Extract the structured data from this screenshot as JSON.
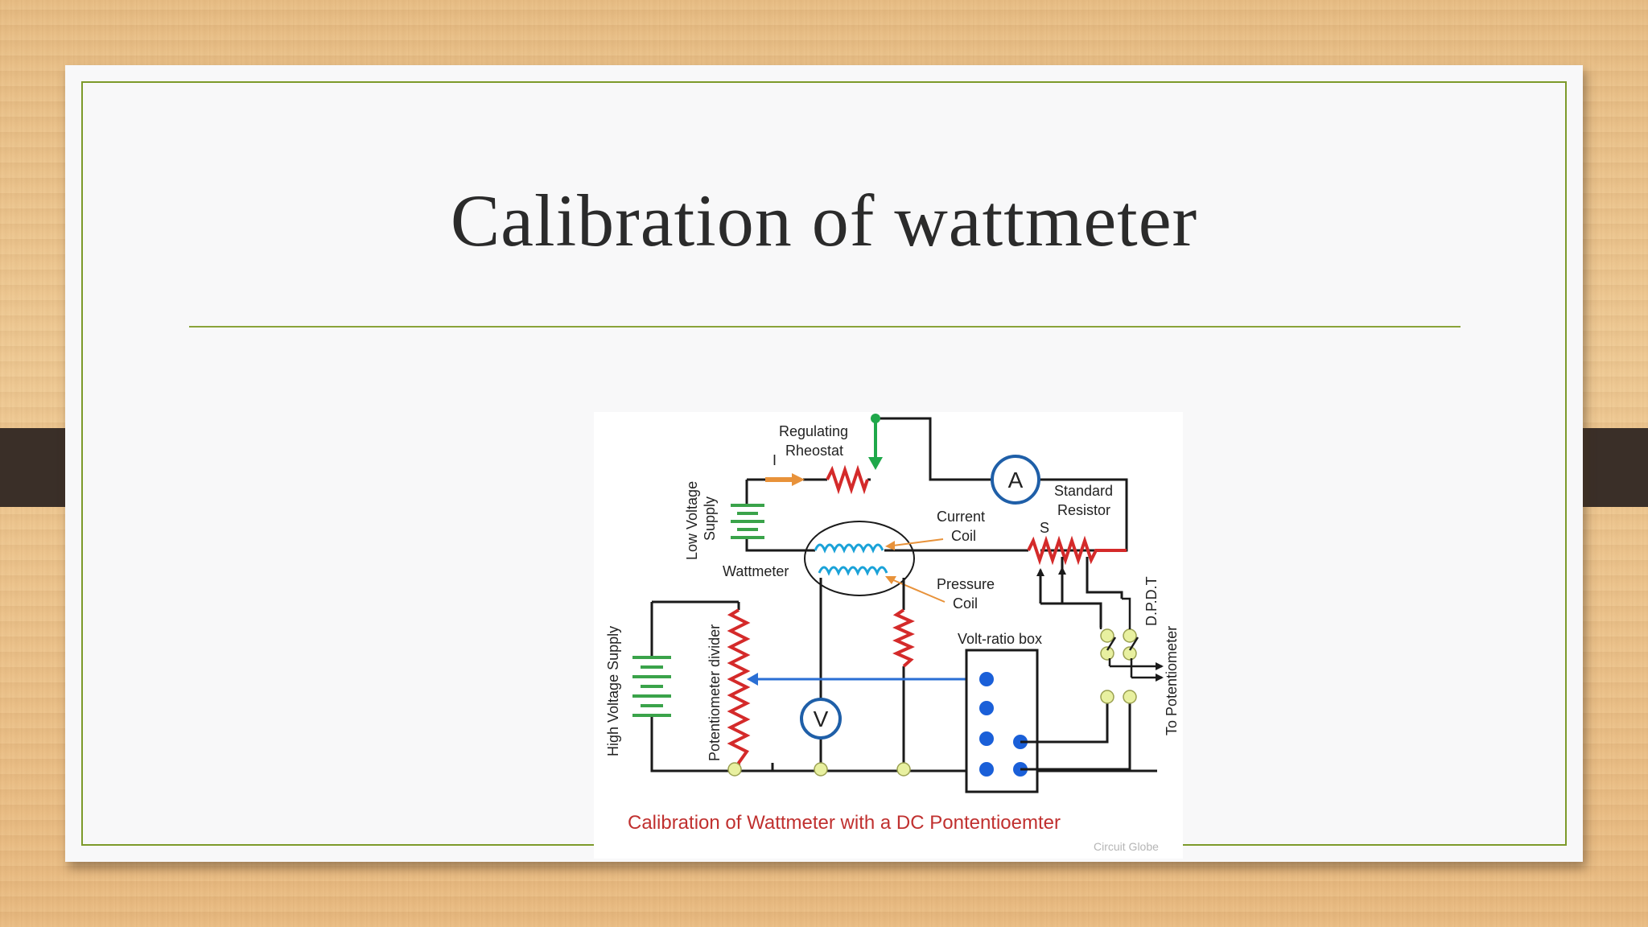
{
  "slide": {
    "title": "Calibration of wattmeter"
  },
  "diagram": {
    "labels": {
      "regulating": "Regulating",
      "rheostat": "Rheostat",
      "current_symbol": "I",
      "low_voltage_supply_line1": "Low Voltage",
      "low_voltage_supply_line2": "Supply",
      "ammeter": "A",
      "standard": "Standard",
      "resistor": "Resistor",
      "s": "S",
      "current": "Current",
      "current_coil": "Coil",
      "wattmeter": "Wattmeter",
      "pressure": "Pressure",
      "pressure_coil": "Coil",
      "dpdt": "D.P.D.T",
      "high_voltage_supply": "High Voltage Supply",
      "potentiometer_divider": "Potentiometer divider",
      "volt_ratio_box": "Volt-ratio box",
      "voltmeter": "V",
      "to_potentiometer": "To Potentiometer"
    },
    "caption": "Calibration of Wattmeter with a DC Pontentioemter",
    "credit": "Circuit Globe",
    "colors": {
      "wire": "#1a1a1a",
      "resistor": "#d42a2a",
      "battery": "#3aa34a",
      "coil": "#1aa2d8",
      "meter_ring": "#1f5fa8",
      "blue_arrow": "#2a6fd4",
      "green_arrow": "#1fa84a",
      "orange_arrow": "#e8923a",
      "terminal": "#e8f0a0",
      "dot": "#1a5fd8"
    }
  }
}
